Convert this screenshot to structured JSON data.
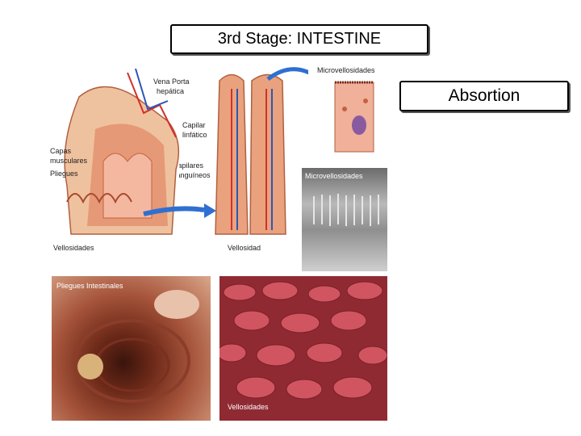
{
  "slide": {
    "title": "3rd Stage: INTESTINE",
    "callout": "Absortion"
  },
  "figure_labels": {
    "vena_porta_line1": "Vena Porta",
    "vena_porta_line2": "hepática",
    "capilar_line1": "Capilar",
    "capilar_line2": "linfático",
    "capas_line1": "Capas",
    "capas_line2": "musculares",
    "pliegues": "Pliegues",
    "capilares_line1": "Capilares",
    "capilares_line2": "sanguíneos",
    "vellosidades": "Vellosidades",
    "vellosidad": "Vellosidad",
    "microvellosidades_top": "Microvellosidades",
    "microvellosidades_sem": "Microvellosidades",
    "pliegues_intestinales": "Pliegues Intestinales",
    "vellosidades_photo": "Vellosidades"
  },
  "colors": {
    "tissue": "#e9a27d",
    "tissue_dark": "#c4613f",
    "artery": "#d3302a",
    "vein": "#2c56b8",
    "arrow": "#2f6fd1",
    "endoscopy": "#8a3d2a",
    "villi_photo": "#b83b44"
  }
}
